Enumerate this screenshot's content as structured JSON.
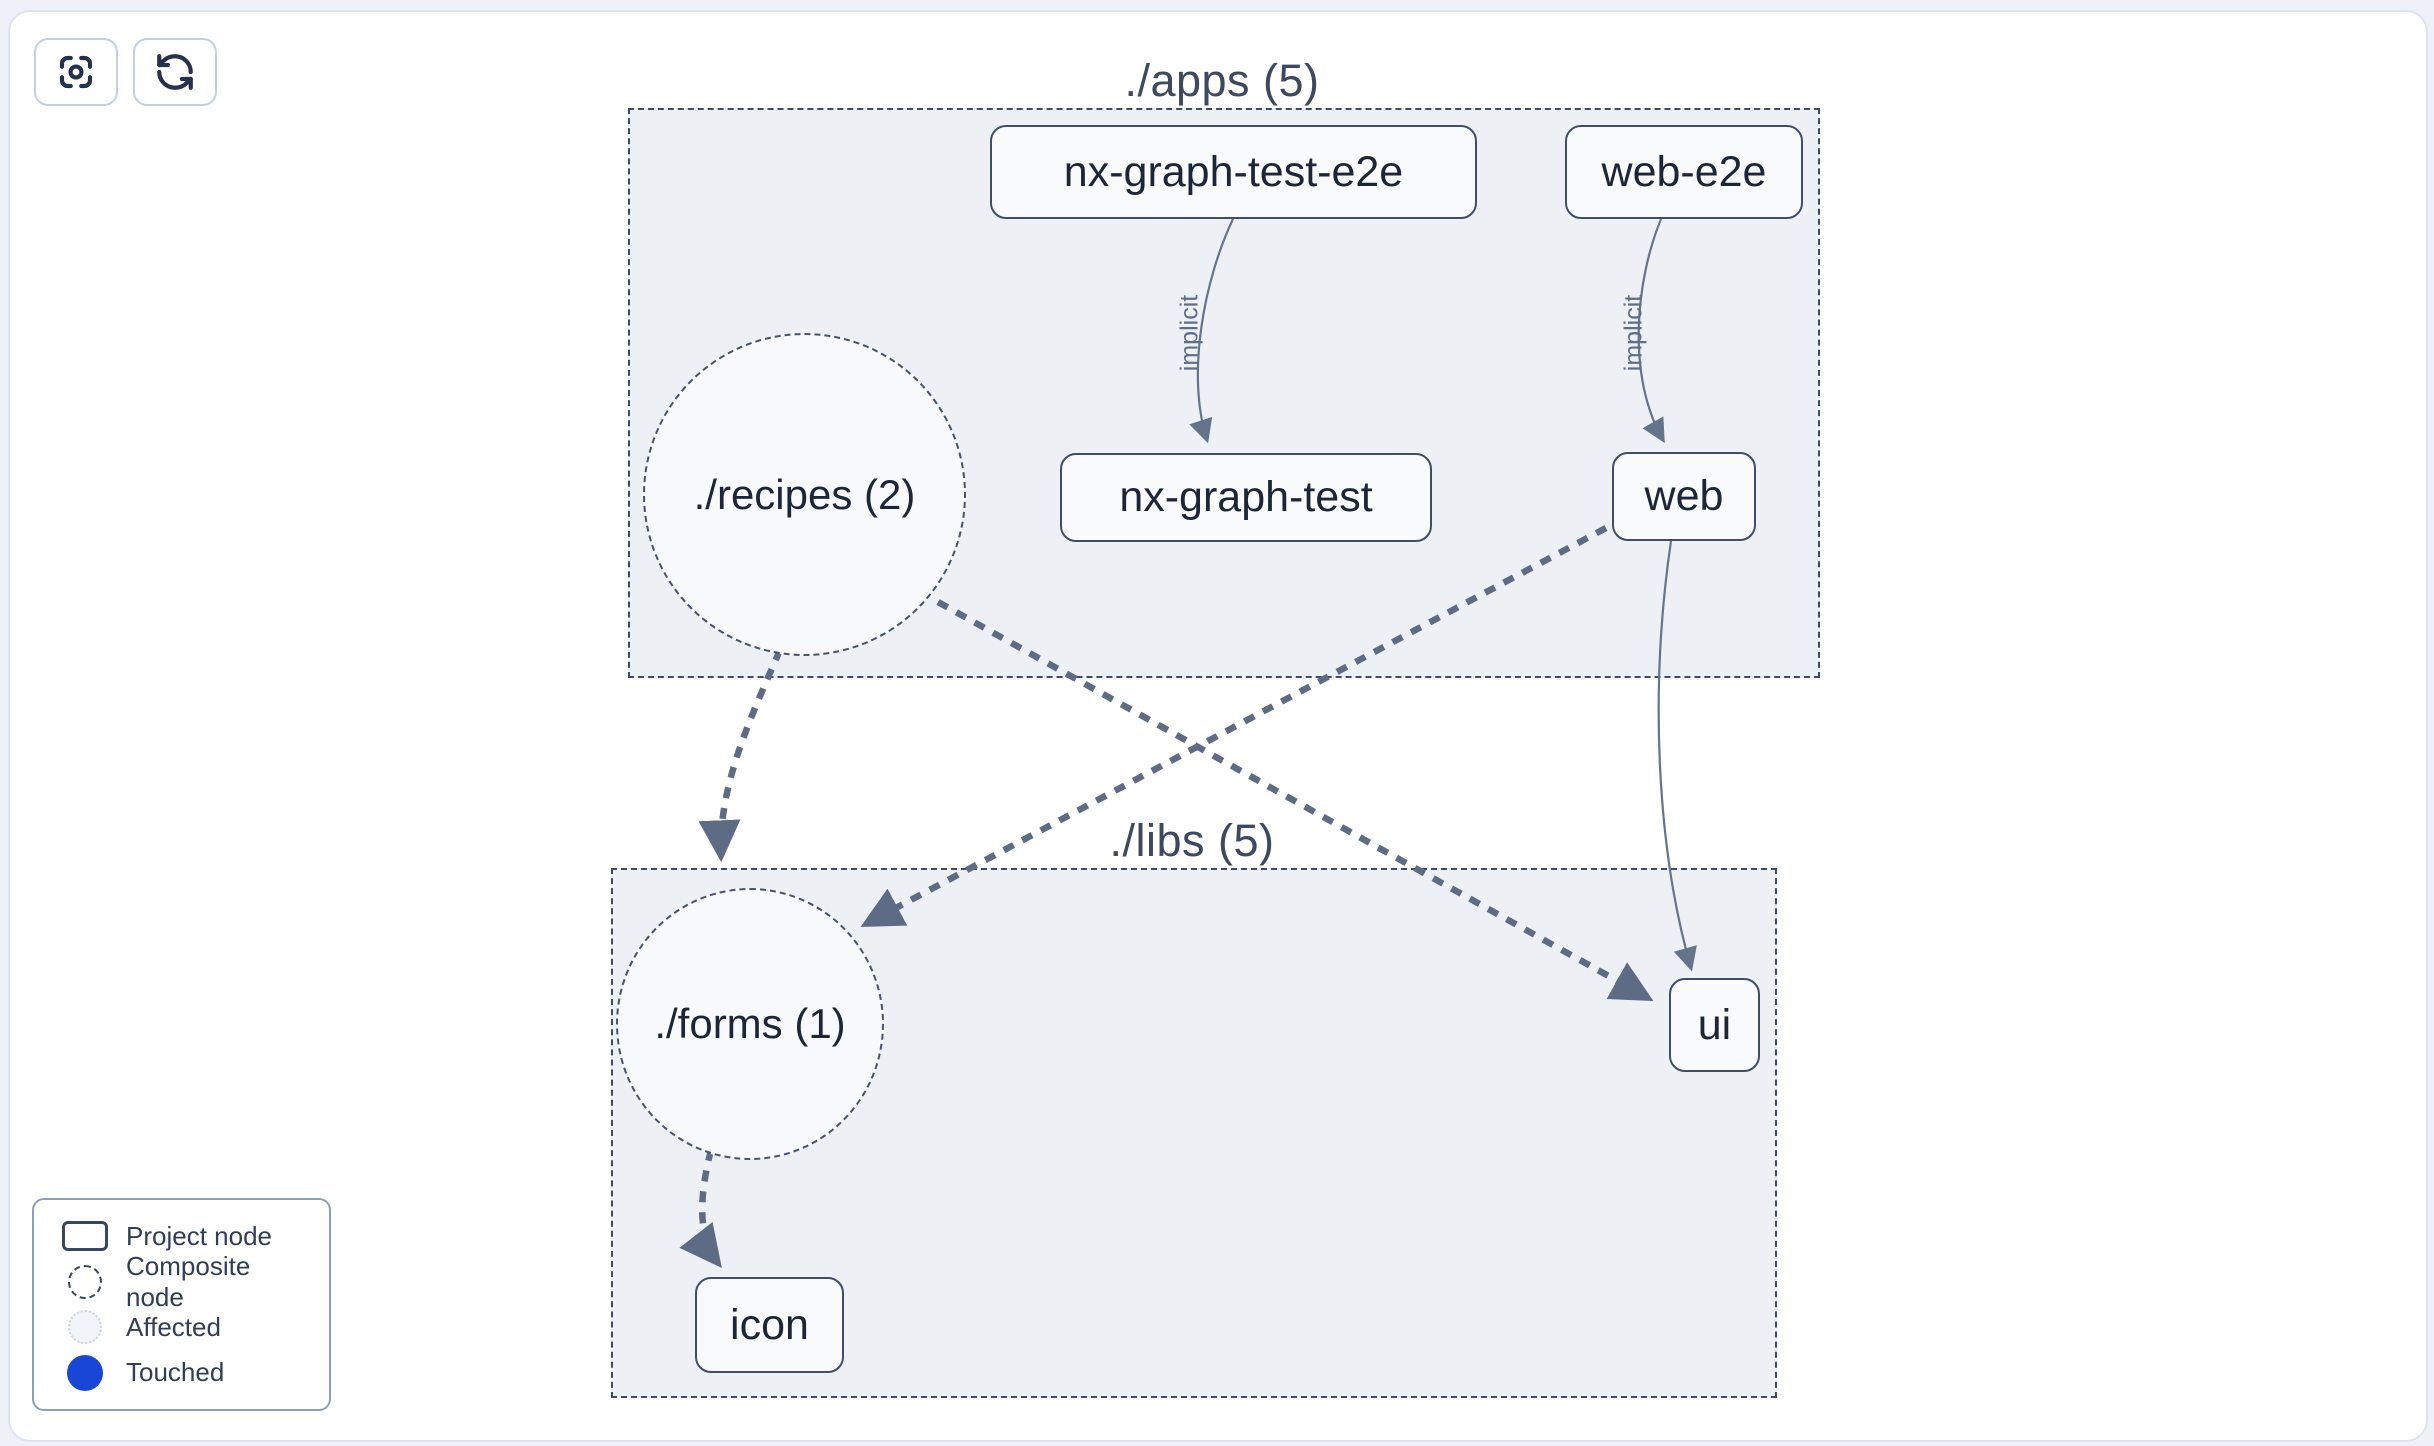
{
  "toolbar": {
    "buttons": [
      {
        "id": "focus",
        "icon": "focus-crosshair-icon"
      },
      {
        "id": "refresh",
        "icon": "refresh-icon"
      }
    ]
  },
  "graph": {
    "clusters": [
      {
        "id": "apps",
        "label": "./apps (5)"
      },
      {
        "id": "libs",
        "label": "./libs (5)"
      }
    ],
    "nodes": [
      {
        "id": "nx-graph-test-e2e",
        "label": "nx-graph-test-e2e",
        "type": "project",
        "cluster": "apps"
      },
      {
        "id": "web-e2e",
        "label": "web-e2e",
        "type": "project",
        "cluster": "apps"
      },
      {
        "id": "recipes",
        "label": "./recipes (2)",
        "type": "composite",
        "cluster": "apps"
      },
      {
        "id": "nx-graph-test",
        "label": "nx-graph-test",
        "type": "project",
        "cluster": "apps"
      },
      {
        "id": "web",
        "label": "web",
        "type": "project",
        "cluster": "apps"
      },
      {
        "id": "forms",
        "label": "./forms (1)",
        "type": "composite",
        "cluster": "libs"
      },
      {
        "id": "ui",
        "label": "ui",
        "type": "project",
        "cluster": "libs"
      },
      {
        "id": "icon",
        "label": "icon",
        "type": "project",
        "cluster": "libs"
      }
    ],
    "edges": [
      {
        "source": "nx-graph-test-e2e",
        "target": "nx-graph-test",
        "label": "implicit",
        "style": "solid-thin"
      },
      {
        "source": "web-e2e",
        "target": "web",
        "label": "implicit",
        "style": "solid-thin"
      },
      {
        "source": "recipes",
        "target": "forms",
        "style": "dashed-thick"
      },
      {
        "source": "recipes",
        "target": "ui",
        "style": "dashed-thick"
      },
      {
        "source": "web",
        "target": "forms",
        "style": "dashed-thick"
      },
      {
        "source": "web",
        "target": "ui",
        "style": "solid-thin"
      },
      {
        "source": "forms",
        "target": "icon",
        "style": "dashed-thick"
      }
    ]
  },
  "legend": {
    "items": [
      {
        "label": "Project node",
        "swatch": "project-node"
      },
      {
        "label": "Composite node",
        "swatch": "composite-node"
      },
      {
        "label": "Affected",
        "swatch": "affected"
      },
      {
        "label": "Touched",
        "swatch": "touched"
      }
    ]
  },
  "colors": {
    "cluster_fill": "#edf1f6",
    "node_fill": "#f9fafc",
    "edge": "#5d6c84",
    "touched_blue": "#1847d8",
    "canvas_border": "#dce2ee"
  }
}
